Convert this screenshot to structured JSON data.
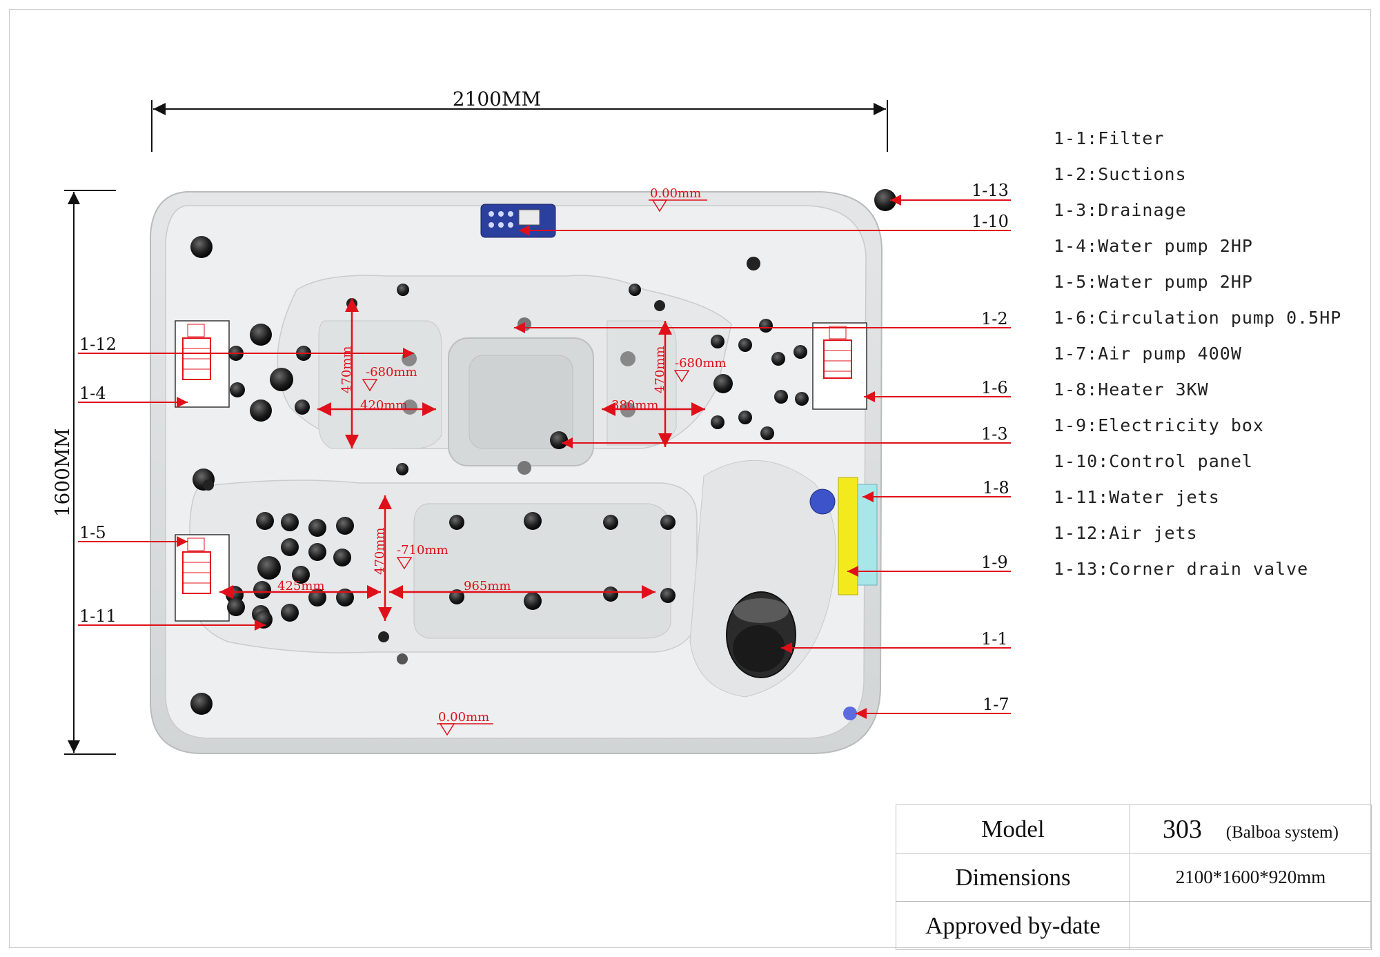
{
  "dimensions": {
    "width_label": "2100MM",
    "height_label": "1600MM"
  },
  "levels": [
    "0.00mm",
    "0.00mm",
    "-680mm",
    "-680mm",
    "-710mm"
  ],
  "measurements": {
    "seat_depth_a": "470mm",
    "seat_depth_b": "470mm",
    "seat_depth_c": "470mm",
    "width_a": "420mm",
    "width_b": "380mm",
    "width_c": "425mm",
    "lounge_length": "965mm"
  },
  "callouts": {
    "left": [
      "1-12",
      "1-4",
      "1-5",
      "1-11"
    ],
    "right": [
      "1-13",
      "1-10",
      "1-2",
      "1-6",
      "1-3",
      "1-8",
      "1-9",
      "1-1",
      "1-7"
    ]
  },
  "legend": [
    "1-1:Filter",
    "1-2:Suctions",
    "1-3:Drainage",
    "1-4:Water pump 2HP",
    "1-5:Water pump 2HP",
    "1-6:Circulation pump 0.5HP",
    "1-7:Air pump 400W",
    "1-8:Heater 3KW",
    "1-9:Electricity box",
    "1-10:Control panel",
    "1-11:Water jets",
    "1-12:Air jets",
    "1-13:Corner drain valve"
  ],
  "spec_table": {
    "model_label": "Model",
    "model_value": "303",
    "model_note": "(Balboa system)",
    "dimensions_label": "Dimensions",
    "dimensions_value": "2100*1600*920mm",
    "approved_label": "Approved by-date",
    "approved_value": ""
  },
  "colors": {
    "annotation": "#e0101a",
    "tub_shell": "#dcdedf",
    "heater": "#f2ea1c",
    "electricity_box": "#a9e6ea"
  }
}
